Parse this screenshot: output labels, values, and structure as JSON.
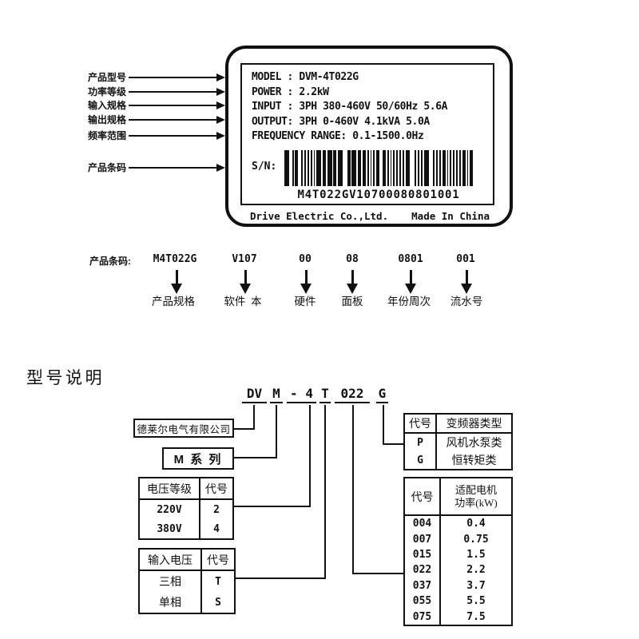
{
  "nameplate": {
    "callouts": [
      "产品型号",
      "功率等级",
      "输入规格",
      "输出规格",
      "频率范围",
      "产品条码"
    ],
    "spec_lines": [
      "MODEL : DVM-4T022G",
      "POWER : 2.2kW",
      "INPUT : 3PH 380-460V 50/60Hz 5.6A",
      "OUTPUT: 3PH 0-460V 4.1kVA 5.0A",
      "FREQUENCY RANGE: 0.1-1500.0Hz"
    ],
    "sn_label": "S/N:",
    "serial": "M4T022GV10700080801001",
    "footer_left": "Drive Electric Co.,Ltd.",
    "footer_right": "Made In China"
  },
  "barcode_breakdown": {
    "label": "产品条码:",
    "segments": [
      {
        "code": "M4T022G",
        "meaning": "产品规格"
      },
      {
        "code": "V107",
        "meaning": "软件  本"
      },
      {
        "code": "00",
        "meaning": "硬件"
      },
      {
        "code": "08",
        "meaning": "面板"
      },
      {
        "code": "0801",
        "meaning": "年份周次"
      },
      {
        "code": "001",
        "meaning": "流水号"
      }
    ]
  },
  "model_explanation": {
    "heading": "型号说明",
    "segments": [
      "DV",
      "M",
      "- 4",
      "T",
      "022",
      "G"
    ],
    "company": "德莱尔电气有限公司",
    "series": "M 系 列",
    "voltage_table": {
      "headers": [
        "电压等级",
        "代号"
      ],
      "rows": [
        [
          "220V",
          "2"
        ],
        [
          "380V",
          "4"
        ]
      ]
    },
    "input_table": {
      "headers": [
        "输入电压",
        "代号"
      ],
      "rows": [
        [
          "三相",
          "T"
        ],
        [
          "单相",
          "S"
        ]
      ]
    },
    "type_table": {
      "headers": [
        "代号",
        "变频器类型"
      ],
      "rows": [
        [
          "P",
          "风机水泵类"
        ],
        [
          "G",
          "恒转矩类"
        ]
      ]
    },
    "power_table": {
      "headers": [
        "代号",
        "适配电机\n功率(kW)"
      ],
      "rows": [
        [
          "004",
          "0.4"
        ],
        [
          "007",
          "0.75"
        ],
        [
          "015",
          "1.5"
        ],
        [
          "022",
          "2.2"
        ],
        [
          "037",
          "3.7"
        ],
        [
          "055",
          "5.5"
        ],
        [
          "075",
          "7.5"
        ]
      ]
    }
  },
  "colors": {
    "ink": "#111111",
    "paper": "#ffffff"
  }
}
